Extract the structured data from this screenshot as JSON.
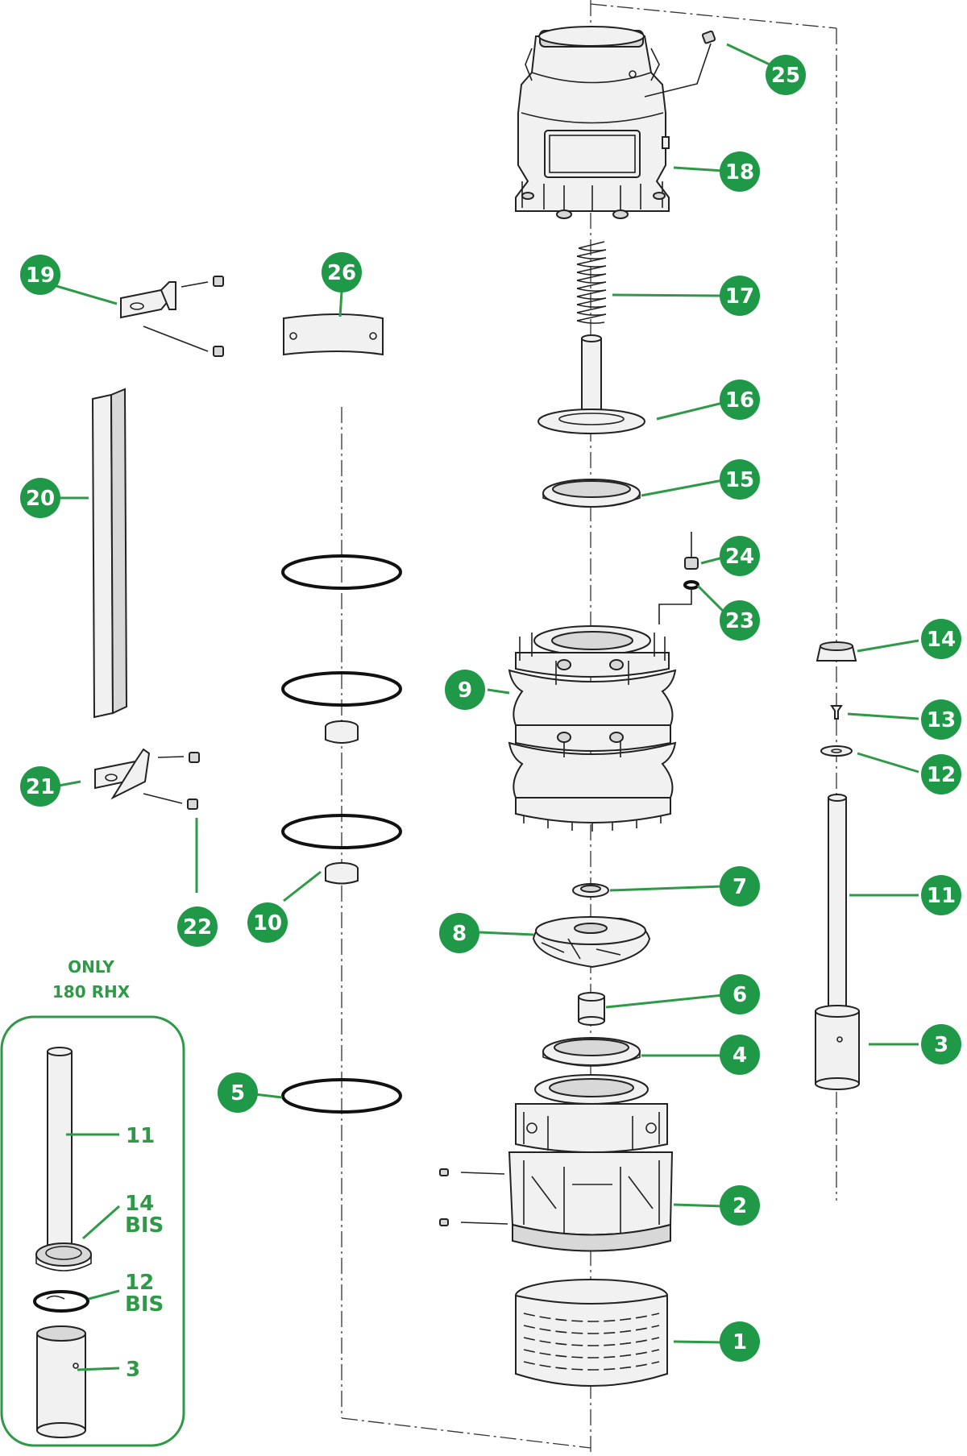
{
  "colors": {
    "accent_green": "#2e9a47",
    "line": "#222222",
    "part_fill": "#f1f1f1"
  },
  "callouts": [
    {
      "label": "25",
      "part": "screw"
    },
    {
      "label": "18",
      "part": "discharge-casing"
    },
    {
      "label": "17",
      "part": "spring"
    },
    {
      "label": "16",
      "part": "shaft-with-disc"
    },
    {
      "label": "15",
      "part": "seal-ring"
    },
    {
      "label": "24",
      "part": "nut"
    },
    {
      "label": "23",
      "part": "washer"
    },
    {
      "label": "9",
      "part": "stage-bodies"
    },
    {
      "label": "7",
      "part": "impeller-nut"
    },
    {
      "label": "8",
      "part": "impeller"
    },
    {
      "label": "6",
      "part": "bushing"
    },
    {
      "label": "4",
      "part": "wear-ring"
    },
    {
      "label": "2",
      "part": "suction-casing"
    },
    {
      "label": "1",
      "part": "strainer"
    },
    {
      "label": "19",
      "part": "upper-bracket"
    },
    {
      "label": "26",
      "part": "nameplate"
    },
    {
      "label": "20",
      "part": "cable-guard"
    },
    {
      "label": "21",
      "part": "lower-bracket"
    },
    {
      "label": "22",
      "part": "bracket-screws"
    },
    {
      "label": "10",
      "part": "sleeve"
    },
    {
      "label": "5",
      "part": "o-ring"
    },
    {
      "label": "14",
      "part": "cap"
    },
    {
      "label": "13",
      "part": "small-screw"
    },
    {
      "label": "12",
      "part": "shim-washer"
    },
    {
      "label": "11",
      "part": "shaft"
    },
    {
      "label": "3",
      "part": "coupling"
    }
  ],
  "inset": {
    "title_line1": "ONLY",
    "title_line2": "180 RHX",
    "labels": {
      "shaft": "11",
      "cap_num": "14",
      "cap_suffix": "BIS",
      "washer_num": "12",
      "washer_suffix": "BIS",
      "coupling": "3"
    }
  }
}
